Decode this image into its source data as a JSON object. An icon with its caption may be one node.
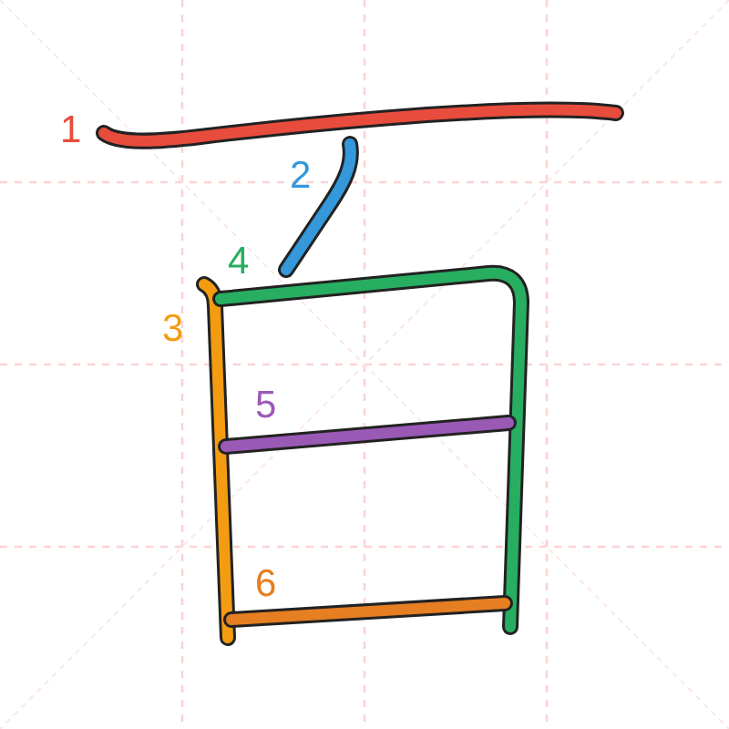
{
  "diagram": {
    "labels": [
      "1",
      "2",
      "3",
      "4",
      "5",
      "6"
    ]
  }
}
